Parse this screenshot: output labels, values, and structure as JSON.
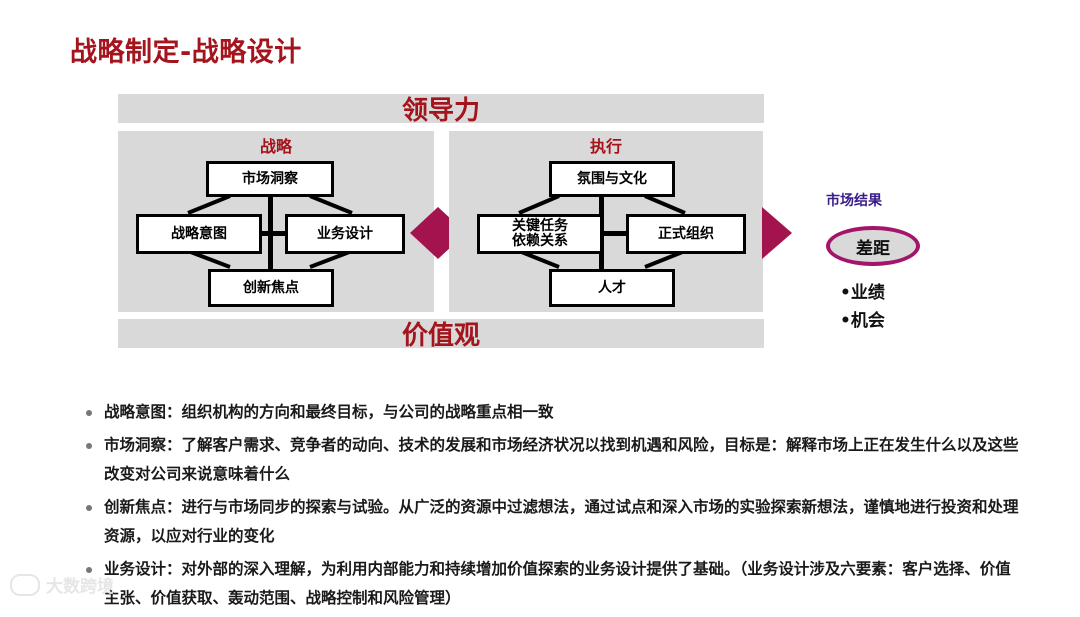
{
  "slide_title": "战略制定-战略设计",
  "top_bar": "领导力",
  "bottom_bar": "价值观",
  "strategy": {
    "title": "战略",
    "nodes": {
      "top": "市场洞察",
      "left": "战略意图",
      "right": "业务设计",
      "bottom": "创新焦点"
    }
  },
  "execution": {
    "title": "执行",
    "nodes": {
      "top": "氛围与文化",
      "left": "关键任务\n依赖关系",
      "right": "正式组织",
      "bottom": "人才"
    }
  },
  "market_result": {
    "label": "市场结果",
    "gap": "差距",
    "items": [
      "•业绩",
      "•机会"
    ]
  },
  "bullets": [
    "战略意图：组织机构的方向和最终目标，与公司的战略重点相一致",
    "市场洞察：了解客户需求、竞争者的动向、技术的发展和市场经济状况以找到机遇和风险，目标是：解释市场上正在发生什么以及这些改变对公司来说意味着什么",
    "创新焦点：进行与市场同步的探索与试验。从广泛的资源中过滤想法，通过试点和深入市场的实验探索新想法，谨慎地进行投资和处理资源，以应对行业的变化",
    "业务设计：对外部的深入理解，为利用内部能力和持续增加价值探索的业务设计提供了基础。（业务设计涉及六要素：客户选择、价值主张、价值获取、轰动范围、战略控制和风险管理）"
  ],
  "watermark": "大数跨境",
  "colors": {
    "title_red": "#a3141d",
    "chevron": "#a3144f",
    "gap_ring": "#a3146a",
    "panel_gray": "#d9d9d9"
  }
}
